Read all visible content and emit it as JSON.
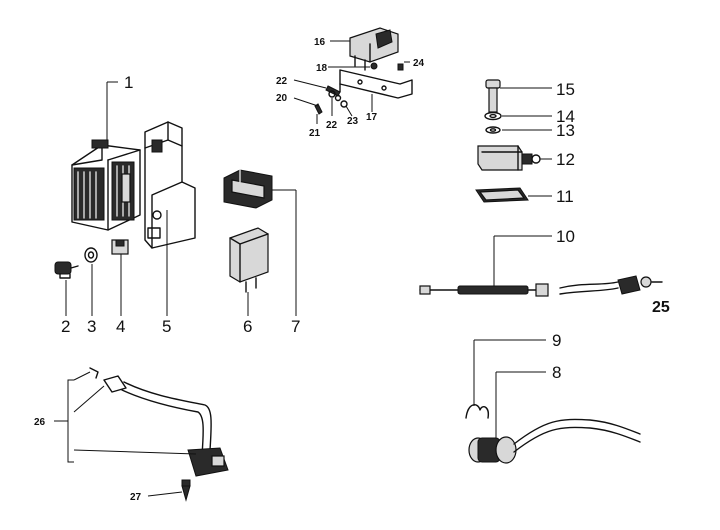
{
  "callouts": {
    "n1": "1",
    "n2": "2",
    "n3": "3",
    "n4": "4",
    "n5": "5",
    "n6": "6",
    "n7": "7",
    "n8": "8",
    "n9": "9",
    "n10": "10",
    "n11": "11",
    "n12": "12",
    "n13": "13",
    "n14": "14",
    "n15": "15",
    "n16": "16",
    "n17": "17",
    "n18": "18",
    "n20": "20",
    "n21": "21",
    "n22a": "22",
    "n22b": "22",
    "n23": "23",
    "n24": "24",
    "n25": "25",
    "n26": "26",
    "n27": "27"
  }
}
